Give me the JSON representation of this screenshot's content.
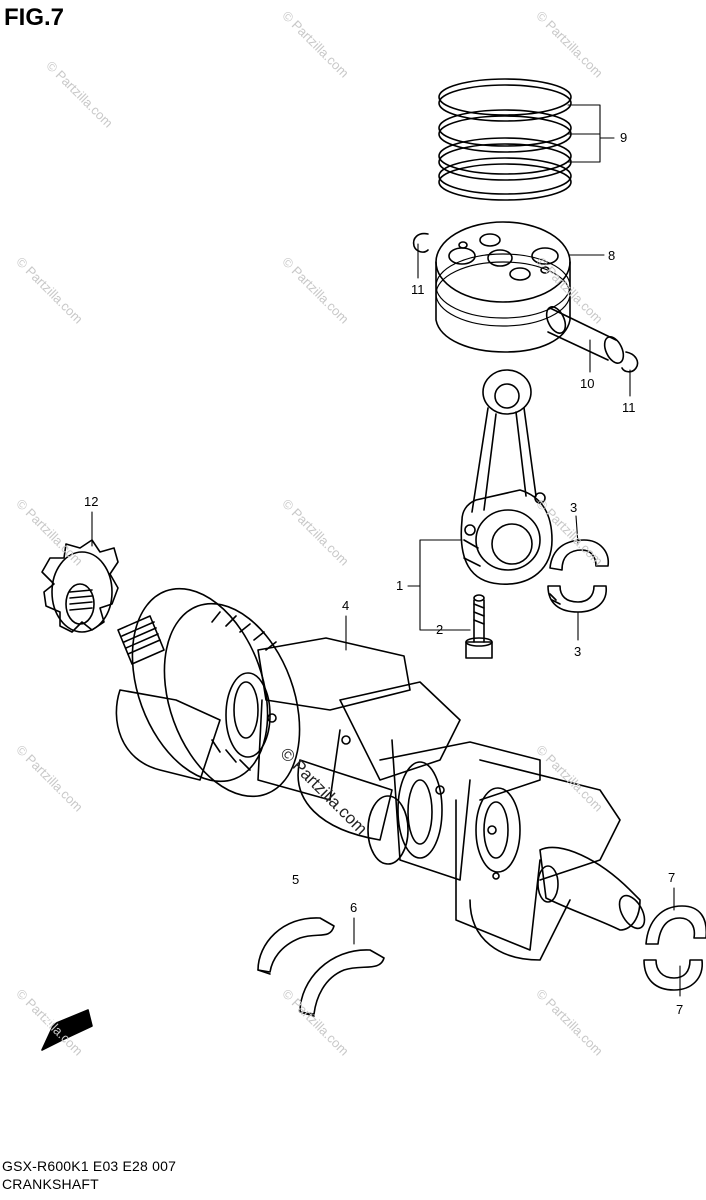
{
  "figure": {
    "title": "FIG.7"
  },
  "callouts": {
    "c1": "1",
    "c2": "2",
    "c3a": "3",
    "c3b": "3",
    "c4": "4",
    "c5": "5",
    "c6": "6",
    "c7a": "7",
    "c7b": "7",
    "c8": "8",
    "c9": "9",
    "c10": "10",
    "c11a": "11",
    "c11b": "11",
    "c12": "12"
  },
  "forward_badge": "FWD",
  "watermark": {
    "text": "© Partzilla.com"
  },
  "footer": {
    "model_code": "GSX-R600K1 E03 E28  007",
    "section_name": "CRANKSHAFT"
  }
}
